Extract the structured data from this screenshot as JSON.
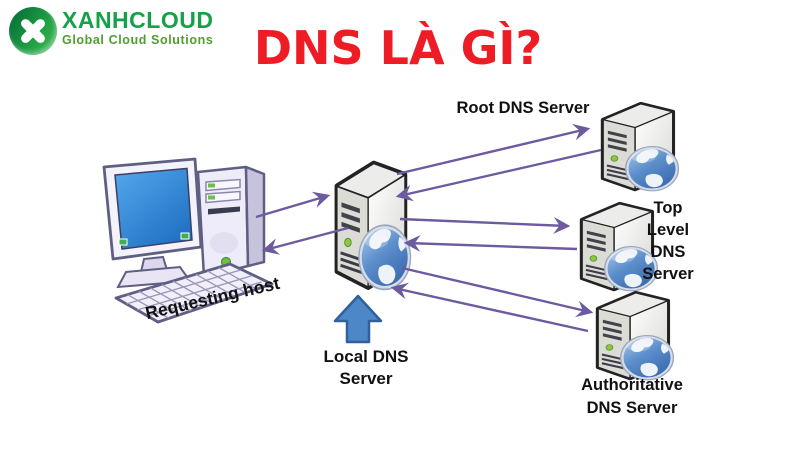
{
  "logo": {
    "brand": "XANHCLOUD",
    "tagline": "Global Cloud Solutions"
  },
  "title": "DNS LÀ GÌ?",
  "labels": {
    "requesting_host": "Requesting host",
    "local_dns": "Local DNS\nServer",
    "root_dns": "Root DNS Server",
    "top_level_dns": "Top\nLevel\nDNS\nServer",
    "authoritative_dns": "Authoritative\nDNS Server"
  },
  "connections": [
    {
      "from": "requesting-host",
      "to": "local-dns-server",
      "bidirectional": true
    },
    {
      "from": "local-dns-server",
      "to": "root-dns-server",
      "bidirectional": true
    },
    {
      "from": "local-dns-server",
      "to": "top-level-dns-server",
      "bidirectional": true
    },
    {
      "from": "local-dns-server",
      "to": "authoritative-dns-server",
      "bidirectional": true
    }
  ],
  "colors": {
    "title_red": "#ee1c25",
    "arrow_purple": "#6e5a9e",
    "pointer_blue": "#4d87c8",
    "logo_green_dark": "#0c7a3a",
    "logo_green_light": "#3cb54f",
    "brand_green": "#16a149",
    "tagline_green": "#4f9f2d",
    "background": "#ffffff"
  }
}
